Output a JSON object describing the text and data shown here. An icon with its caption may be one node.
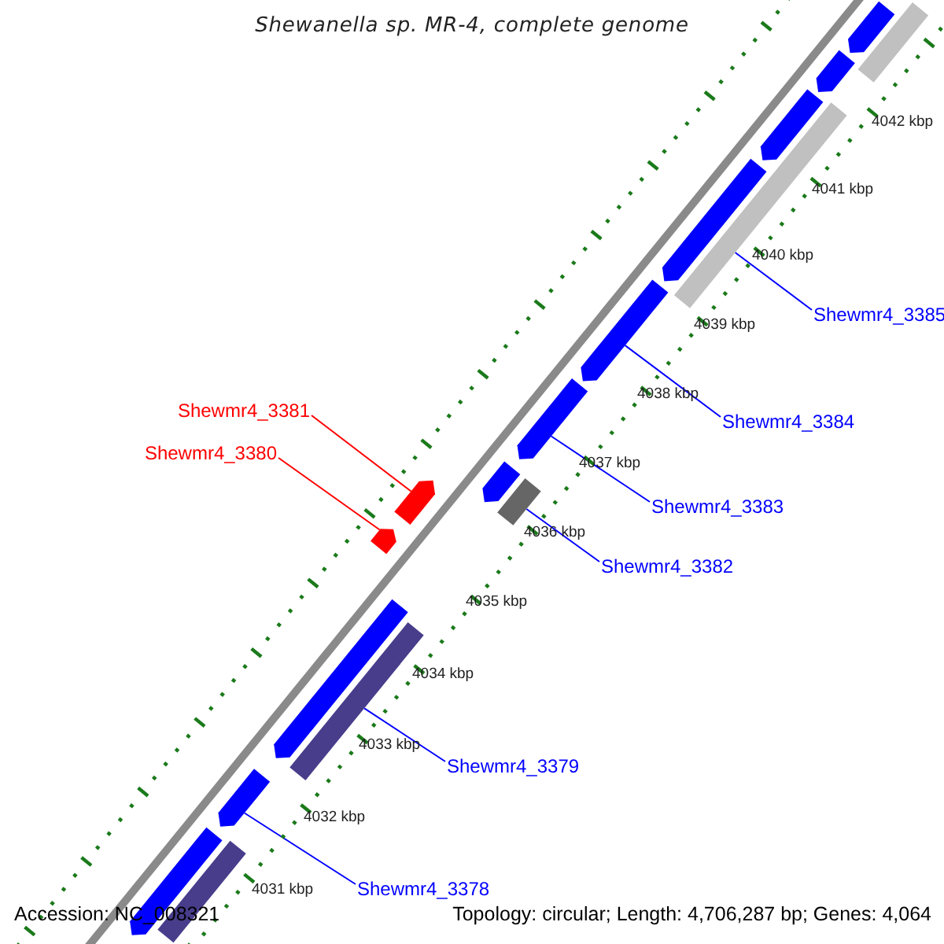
{
  "diagram": {
    "title": "Shewanella sp. MR-4, complete genome",
    "nodes": [
      {
        "text": [
          "Shewmr4_3385"
        ]
      },
      {
        "text": [
          "Shewmr4_3381"
        ]
      },
      {
        "text": [
          "Shewmr4_3384"
        ]
      },
      {
        "text": [
          "Shewmr4_3380"
        ]
      },
      {
        "text": [
          "Shewmr4_3383"
        ]
      },
      {
        "text": [
          "Shewmr4_3382"
        ]
      },
      {
        "text": [
          "Shewmr4_3379"
        ]
      },
      {
        "text": [
          "Shewmr4_3378"
        ]
      },
      {
        "text": [],
        "shape": "bar"
      },
      {
        "text": [],
        "shape": "bar"
      },
      {
        "text": [],
        "shape": "bar"
      },
      {
        "text": [],
        "shape": "bar"
      },
      {
        "text": [],
        "shape": "bar"
      },
      {
        "text": [],
        "shape": "bar"
      },
      {
        "text": [],
        "shape": "bar"
      },
      {
        "text": [],
        "shape": "bar"
      },
      {
        "text": [],
        "shape": "bar"
      },
      {
        "text": [],
        "shape": "bar"
      },
      {
        "text": [],
        "shape": "bar"
      },
      {
        "text": [],
        "shape": "bar"
      },
      {
        "text": [],
        "shape": "bar"
      },
      {
        "text": [],
        "shape": "bar"
      },
      {
        "text": [],
        "shape": "bar"
      },
      {
        "text": [],
        "shape": "bar"
      },
      {
        "text": [],
        "shape": "bar"
      }
    ],
    "edges": [
      {
        "from": 0,
        "to": 12,
        "arrow": "none"
      },
      {
        "from": 1,
        "to": 17,
        "arrow": "none",
        "color": "#ff0000"
      },
      {
        "from": 2,
        "to": 14,
        "arrow": "none"
      },
      {
        "from": 3,
        "to": 19,
        "arrow": "none",
        "color": "#ff0000"
      },
      {
        "from": 4,
        "to": 15,
        "arrow": "none"
      },
      {
        "from": 5,
        "to": 18,
        "arrow": "none"
      },
      {
        "from": 6,
        "to": 21,
        "arrow": "none"
      },
      {
        "from": 7,
        "to": 22,
        "arrow": "none"
      }
    ],
    "labels": [
      "4042 kbp",
      "4041 kbp",
      "4040 kbp",
      "4039 kbp",
      "4038 kbp",
      "4037 kbp",
      "4036 kbp",
      "4035 kbp",
      "4034 kbp",
      "4033 kbp",
      "4032 kbp",
      "4031 kbp",
      "Accession: NC_008321",
      "Topology: circular; Length: 4,706,287 bp; Genes: 4,064"
    ]
  }
}
